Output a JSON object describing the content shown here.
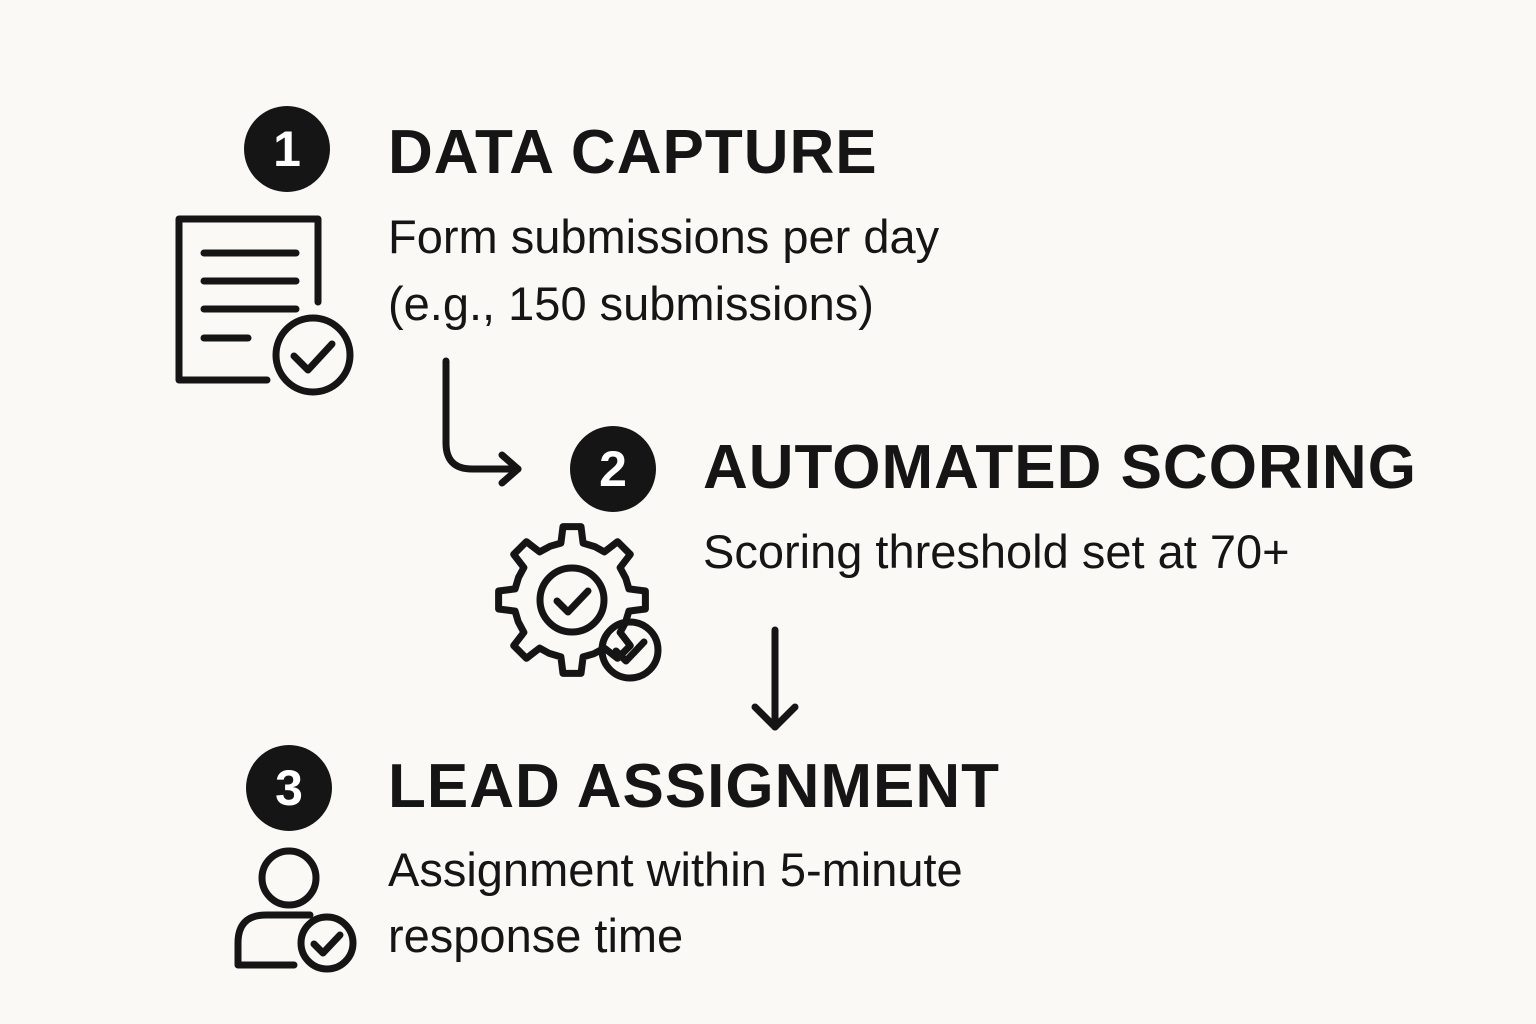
{
  "background": "#fbf9f6",
  "ink_color": "#151515",
  "badge_text_color": "#ffffff",
  "steps": [
    {
      "number": "1",
      "title": "DATA CAPTURE",
      "description_lines": [
        "Form submissions per day",
        "(e.g., 150 submissions)"
      ],
      "icon": "document-check-icon"
    },
    {
      "number": "2",
      "title": "AUTOMATED SCORING",
      "description_lines": [
        "Scoring threshold set at 70+"
      ],
      "icon": "gear-check-icon"
    },
    {
      "number": "3",
      "title": "LEAD ASSIGNMENT",
      "description_lines": [
        "Assignment within 5-minute",
        "response time"
      ],
      "icon": "user-check-icon"
    }
  ],
  "connectors": [
    {
      "from": "1",
      "to": "2",
      "icon": "curved-arrow-right-icon"
    },
    {
      "from": "2",
      "to": "3",
      "icon": "arrow-down-icon"
    }
  ]
}
